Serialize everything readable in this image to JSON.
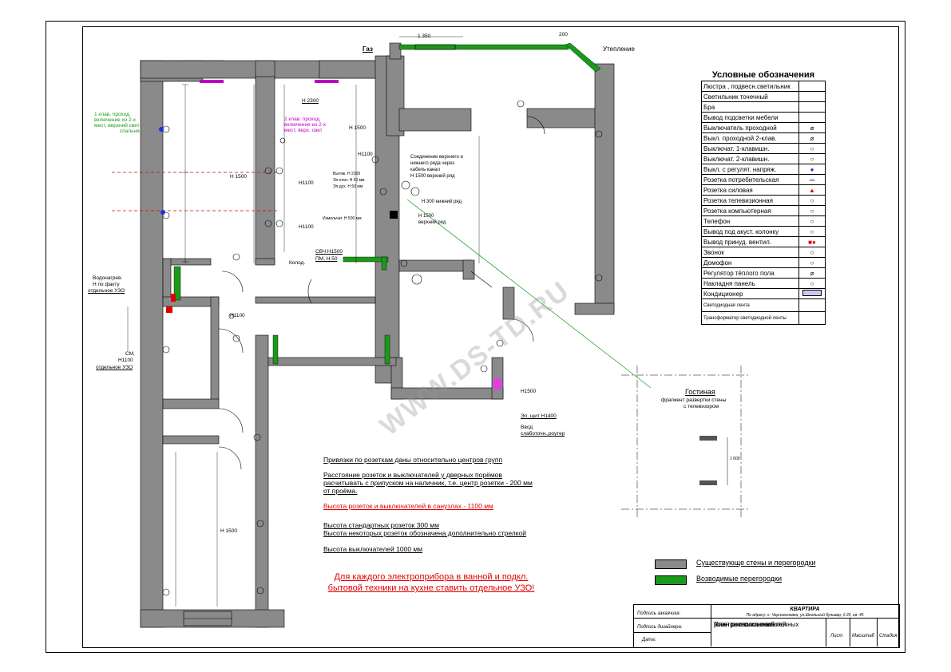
{
  "labels": {
    "gas": "Газ",
    "insulation": "Утепление",
    "kolod": "Колод.",
    "vodonagrev": "Водонагрев.",
    "vodonagrev2": "Н по факту",
    "vodonagrev3": "отдельное УЗО",
    "sm": "СМ,",
    "sm2": "Н1100",
    "sm3": "отдельное УЗО",
    "svch": "СВЧ  Н1500",
    "pm": "ПМ, Н.50",
    "el_shield": "Эл. щит Н1400",
    "vvod": "Ввод",
    "vvod2": "слаботочн.,роутер",
    "h1500_bal": "Н1500",
    "conn1": "Соединение верхнего и",
    "conn2": "нижнего ряда через",
    "conn3": "кабель канал",
    "conn4": "Н 1500 верхний ряд",
    "tv1": "Н 300 нижний ряд",
    "tv2": "Н 1500",
    "tv3": "верхний ряд",
    "h2300": "Н 2300",
    "h1500a": "Н 1500",
    "h1500b": "Н 1500",
    "h1500c": "Н 1500",
    "h1100a": "Н1100",
    "h1100b": "Н1100",
    "h1100c": "Н1100",
    "h1100d": "Н1100",
    "vytyazh": "Вытяж. Н 2300",
    "ep1": "Эл.плит. Н 50 мм",
    "ep2": "Эл.дух. Н 50 мм",
    "izm": "Измельчат. Н 500 мм",
    "d1350": "1 350",
    "d200": "200",
    "green1": "1 клав. проход.",
    "green1b": "включение из 2-х",
    "green1c": "мест, верхний свет",
    "green1d": "спальня",
    "mag1": "2 клав. проход.",
    "mag1b": "включение из 2-х",
    "mag1c": "мест, верх. свет"
  },
  "legend": {
    "title": "Условные обозначения",
    "items": [
      "Люстра , подвесн.светильник",
      "Светильник точечный",
      "Бра",
      "Вывод подсветки мебели",
      "Выключатель проходной",
      "Выкл. проходной 2-клав.",
      "Выключат. 1-клавишн.",
      "Выключат. 2-клавишн.",
      "Выкл. с регулят. напряж.",
      "Розетка потребительская",
      "Розетка силовая",
      "Розетка телевизионная",
      "Розетка компьютерная",
      "Телефон",
      "Вывод под акуст. колонку",
      "Вывод принуд. вентил.",
      "Звонок",
      "Домофон",
      "Регулятор тёплого пола",
      "Накладня панель",
      "Кондиционер",
      "Светодиодная лента",
      "Трансформатор светодиодной ленты"
    ]
  },
  "notes": {
    "n1": "Привязки по розеткам даны относительно центров групп",
    "n2a": "Расстояние розеток и выключателей у дверных порёмов",
    "n2b": "расчитывать с припуском на наличник, т.е. центр розетки - 200 мм",
    "n2c": "от проёма.",
    "n3": "Высота розеток и выключателей  в санузлах - 1100 мм",
    "n4": "Высота стандартных розеток  300 мм",
    "n5": "Высота некоторых розеток  обозначена дополнительно стрелкой",
    "n6": "Высота выключателей 1000 мм",
    "red1": "Для каждого электроприбора в ванной  и подкл.",
    "red2": "бытовой техники на кухне ставить отдельное УЗО!"
  },
  "key": {
    "existing": "Существующе  стены и перегородки",
    "new": "Возводимые перегородки"
  },
  "fragment": {
    "title": "Гостиная",
    "sub1": "фрагмент развертки стены",
    "sub2": "с телевизором",
    "dim": "1 600"
  },
  "titleblock": {
    "header": "КВАРТИРА",
    "address": "По адресу: г. Черноголовка, ул.Школьный бульвар, д 20, кв. 45",
    "customer": "Подпись заказчика:",
    "designer": "Подпись дизайнера:",
    "date": "Дата:",
    "plan1": "План расположения",
    "plan2": "электрических, слаботочных",
    "plan3": "розеток и выключателей",
    "sheet": "Лист",
    "scale": "Масштаб",
    "stage": "Стадия"
  },
  "watermark": "WWW.DS-TD.RU",
  "colors": {
    "wall": "#8a8a8a",
    "new_wall": "#1a9a1a",
    "accent_red": "#e00000",
    "magenta": "#c000c0",
    "green_text": "#1a9a1a"
  }
}
